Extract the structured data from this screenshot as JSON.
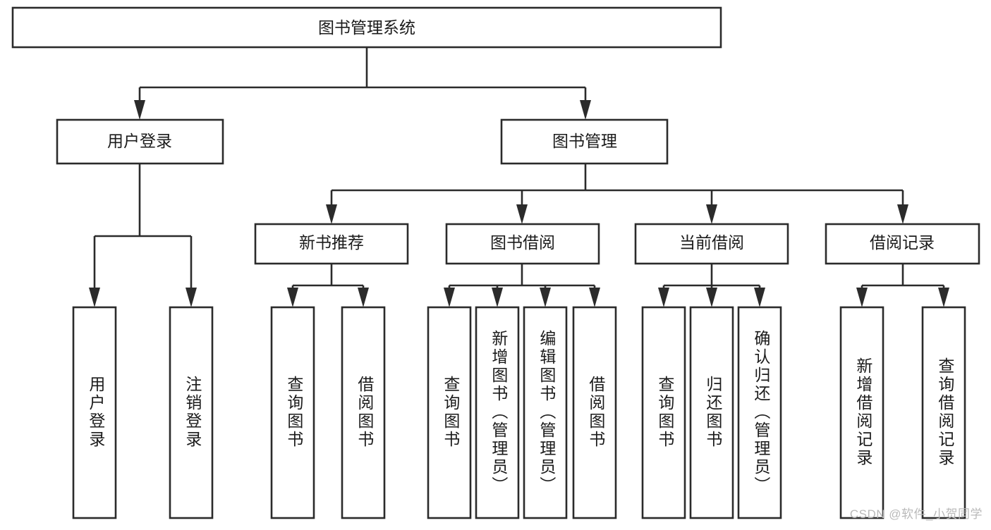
{
  "diagram": {
    "type": "tree",
    "title": "图书管理系统",
    "watermark": "CSDN @软件_小贺同学",
    "colors": {
      "box_stroke": "#2b2b2b",
      "box_fill": "#ffffff",
      "text": "#1b1b1b",
      "background": "#ffffff",
      "watermark": "#b9b9b9"
    },
    "root": {
      "label": "图书管理系统"
    },
    "level2": [
      {
        "label": "用户登录"
      },
      {
        "label": "图书管理"
      }
    ],
    "level3": [
      {
        "label": "新书推荐"
      },
      {
        "label": "图书借阅"
      },
      {
        "label": "当前借阅"
      },
      {
        "label": "借阅记录"
      }
    ],
    "leaves": {
      "user_login": [
        {
          "label": "用户登录"
        },
        {
          "label": "注销登录"
        }
      ],
      "new_book_recommend": [
        {
          "label": "查询图书"
        },
        {
          "label": "借阅图书"
        }
      ],
      "book_borrow": [
        {
          "label": "查询图书"
        },
        {
          "label": "新增图书（管理员）"
        },
        {
          "label": "编辑图书（管理员）"
        },
        {
          "label": "借阅图书"
        }
      ],
      "current_borrow": [
        {
          "label": "查询图书"
        },
        {
          "label": "归还图书"
        },
        {
          "label": "确认归还（管理员）"
        }
      ],
      "borrow_record": [
        {
          "label": "新增借阅记录"
        },
        {
          "label": "查询借阅记录"
        }
      ]
    }
  }
}
